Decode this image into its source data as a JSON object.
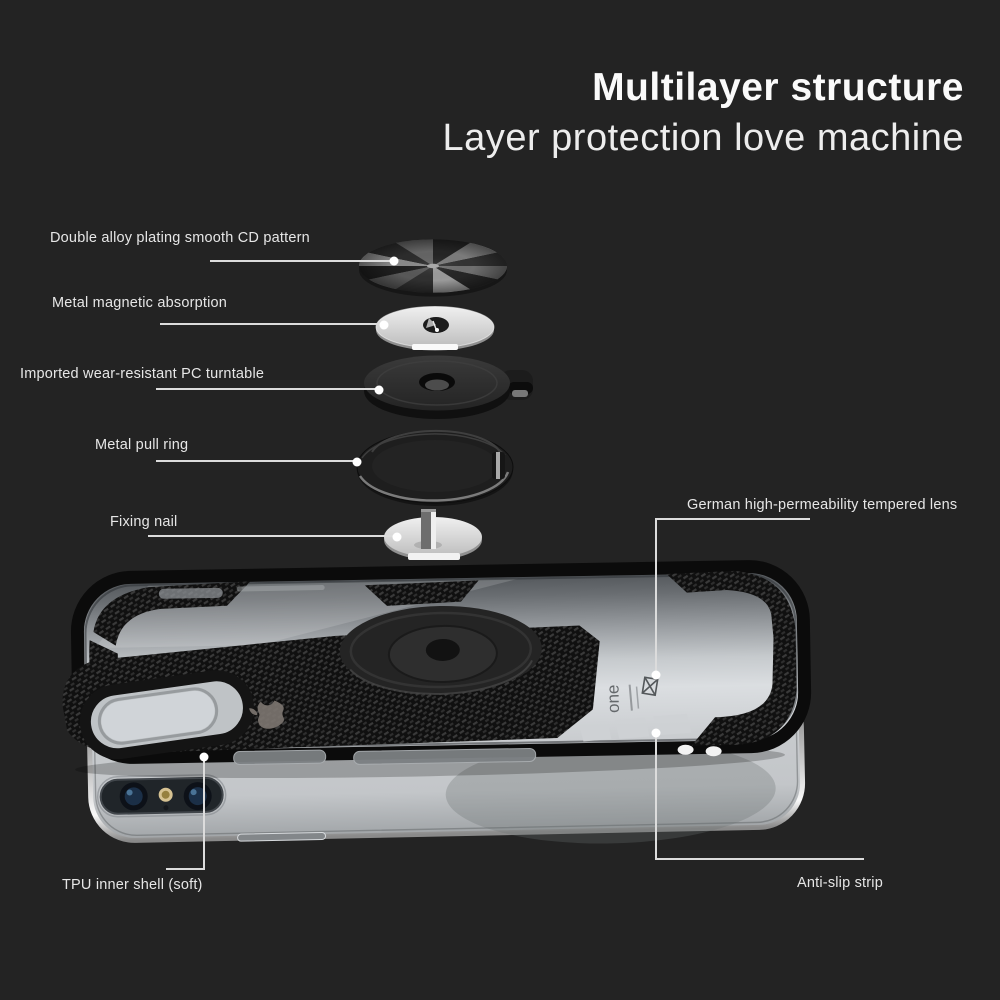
{
  "page": {
    "background_color": "#232323"
  },
  "header": {
    "title": "Multilayer structure",
    "subtitle": "Layer protection love machine"
  },
  "callouts": {
    "cd_pattern": "Double alloy plating smooth CD pattern",
    "magnet": "Metal magnetic absorption",
    "turntable": "Imported wear-resistant PC turntable",
    "pull_ring": "Metal pull ring",
    "fixing_nail": "Fixing nail",
    "lens": "German high-permeability tempered lens",
    "tpu_shell": "TPU inner shell (soft)",
    "anti_slip": "Anti-slip strip"
  },
  "case_print": {
    "text": "one"
  },
  "style": {
    "text_color": "#e6e6e6",
    "title_color": "#fafafa",
    "leader_line_color": "#dcdcdc",
    "dot_color": "#ffffff"
  }
}
